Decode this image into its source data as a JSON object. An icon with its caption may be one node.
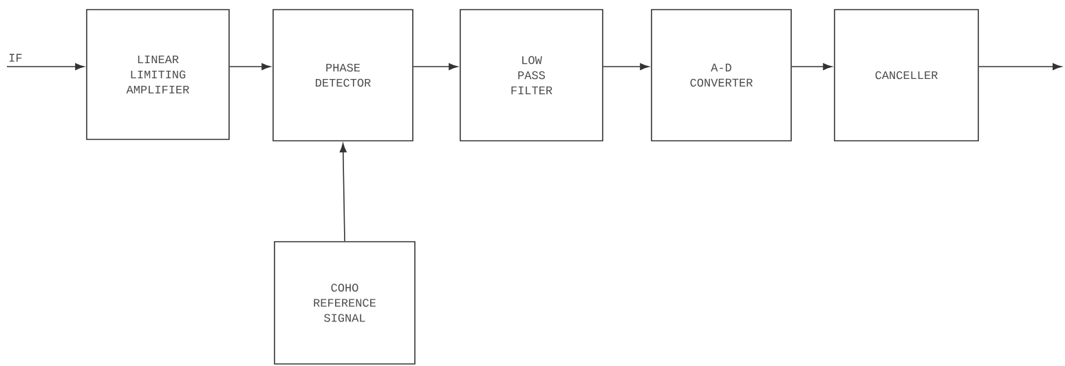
{
  "diagram": {
    "nodes": [
      {
        "text": [
          "IF"
        ]
      },
      {
        "text": [
          "LINEAR LIMITING AMPLIFIER"
        ]
      },
      {
        "text": [
          "PHASE DETECTOR"
        ]
      },
      {
        "text": [
          "LOW PASS FILTER"
        ]
      },
      {
        "text": [
          "A-D CONVERTER"
        ]
      },
      {
        "text": [
          "CANCELLER"
        ]
      },
      {
        "text": [
          "COHO REFERENCE SIGNAL"
        ]
      }
    ],
    "edges": [
      {
        "from": 0,
        "to": 1,
        "arrow": "to"
      },
      {
        "from": 1,
        "to": 2,
        "arrow": "to"
      },
      {
        "from": 2,
        "to": 3,
        "arrow": "to"
      },
      {
        "from": 3,
        "to": 4,
        "arrow": "to"
      },
      {
        "from": 4,
        "to": 5,
        "arrow": "to"
      },
      {
        "from": 5,
        "to": null,
        "arrow": "to"
      },
      {
        "from": 6,
        "to": 2,
        "arrow": "to"
      }
    ]
  }
}
